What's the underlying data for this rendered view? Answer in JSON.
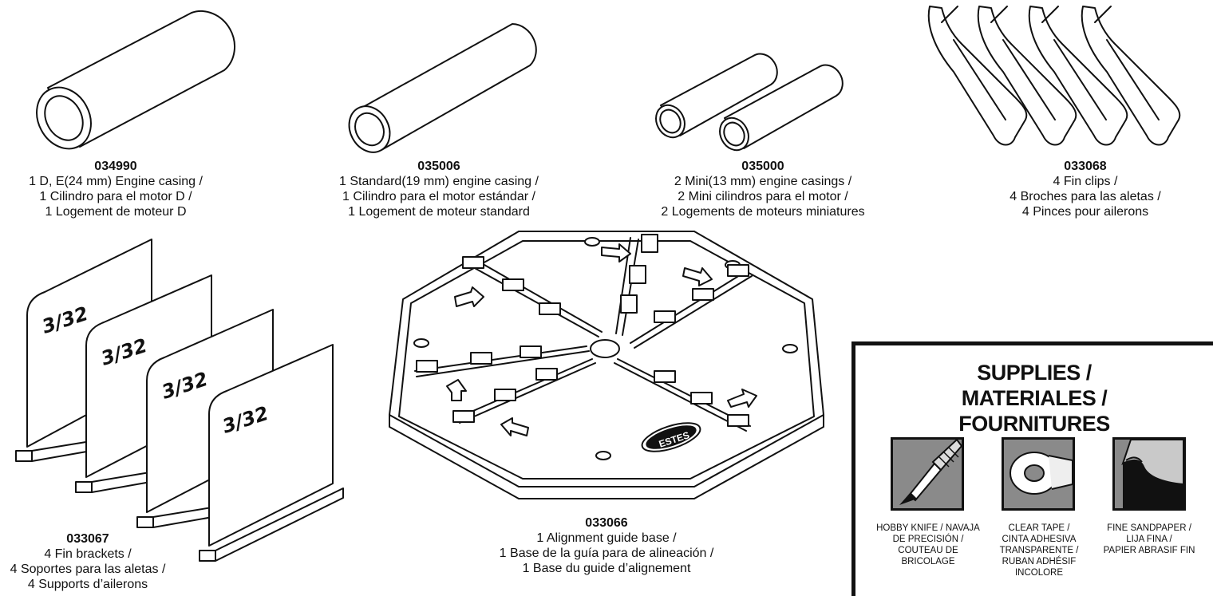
{
  "parts": [
    {
      "id": "casing-d",
      "number": "034990",
      "lines": [
        "1 D, E(24 mm) Engine casing /",
        "1 Cilindro para el motor D /",
        "1 Logement de moteur D"
      ]
    },
    {
      "id": "casing-std",
      "number": "035006",
      "lines": [
        "1 Standard(19 mm) engine casing /",
        "1 Cilindro para el motor estándar /",
        "1 Logement de moteur standard"
      ]
    },
    {
      "id": "casing-mini",
      "number": "035000",
      "lines": [
        "2 Mini(13 mm) engine casings /",
        "2 Mini cilindros para el motor /",
        "2 Logements de moteurs miniatures"
      ]
    },
    {
      "id": "fin-clips",
      "number": "033068",
      "lines": [
        "4 Fin clips /",
        "4 Broches para las aletas /",
        "4 Pinces pour ailerons"
      ]
    },
    {
      "id": "fin-brackets",
      "number": "033067",
      "lines": [
        "4 Fin brackets /",
        "4 Soportes para las aletas /",
        "4 Supports d’ailerons"
      ]
    },
    {
      "id": "guide-base",
      "number": "033066",
      "lines": [
        "1 Alignment guide base /",
        "1 Base de la guía para de alineación /",
        "1 Base du guide d’alignement"
      ]
    }
  ],
  "bracket_marking": "3/32",
  "base_logo": "ESTES",
  "supplies": {
    "title": [
      "SUPPLIES /",
      "MATERIALES /",
      "FOURNITURES"
    ],
    "items": [
      {
        "icon": "hobby-knife-icon",
        "lines": [
          "HOBBY KNIFE / NAVAJA",
          "DE PRECISIÓN /",
          "COUTEAU DE",
          "BRICOLAGE"
        ]
      },
      {
        "icon": "clear-tape-icon",
        "lines": [
          "CLEAR TAPE /",
          "CINTA ADHESIVA",
          "TRANSPARENTE /",
          "RUBAN ADHÉSIF",
          "INCOLORE"
        ]
      },
      {
        "icon": "sandpaper-icon",
        "lines": [
          "FINE SANDPAPER /",
          "LIJA FINA /",
          "PAPIER ABRASIF FIN"
        ]
      }
    ]
  }
}
